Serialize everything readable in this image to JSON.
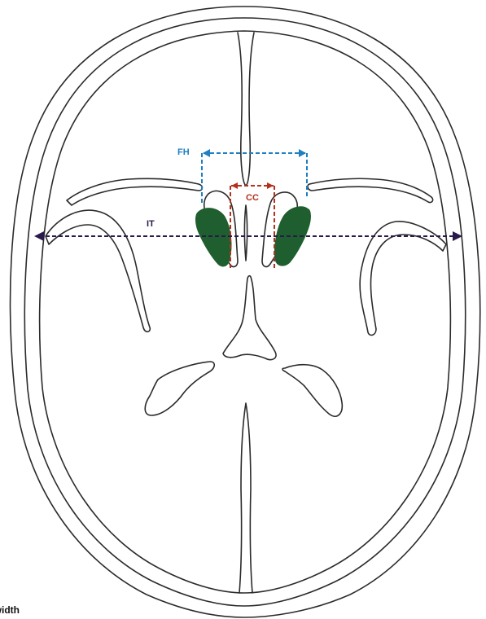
{
  "labels": {
    "fh": "FH",
    "cc": "CC",
    "it": "IT"
  },
  "caption": "n width",
  "colors": {
    "fh_line": "#1f7fc0",
    "cc_line": "#b5301c",
    "it_line": "#2a1a4a",
    "caudate_fill": "#1f5e2e",
    "outline": "#2b2b2b",
    "background": "#ffffff"
  }
}
